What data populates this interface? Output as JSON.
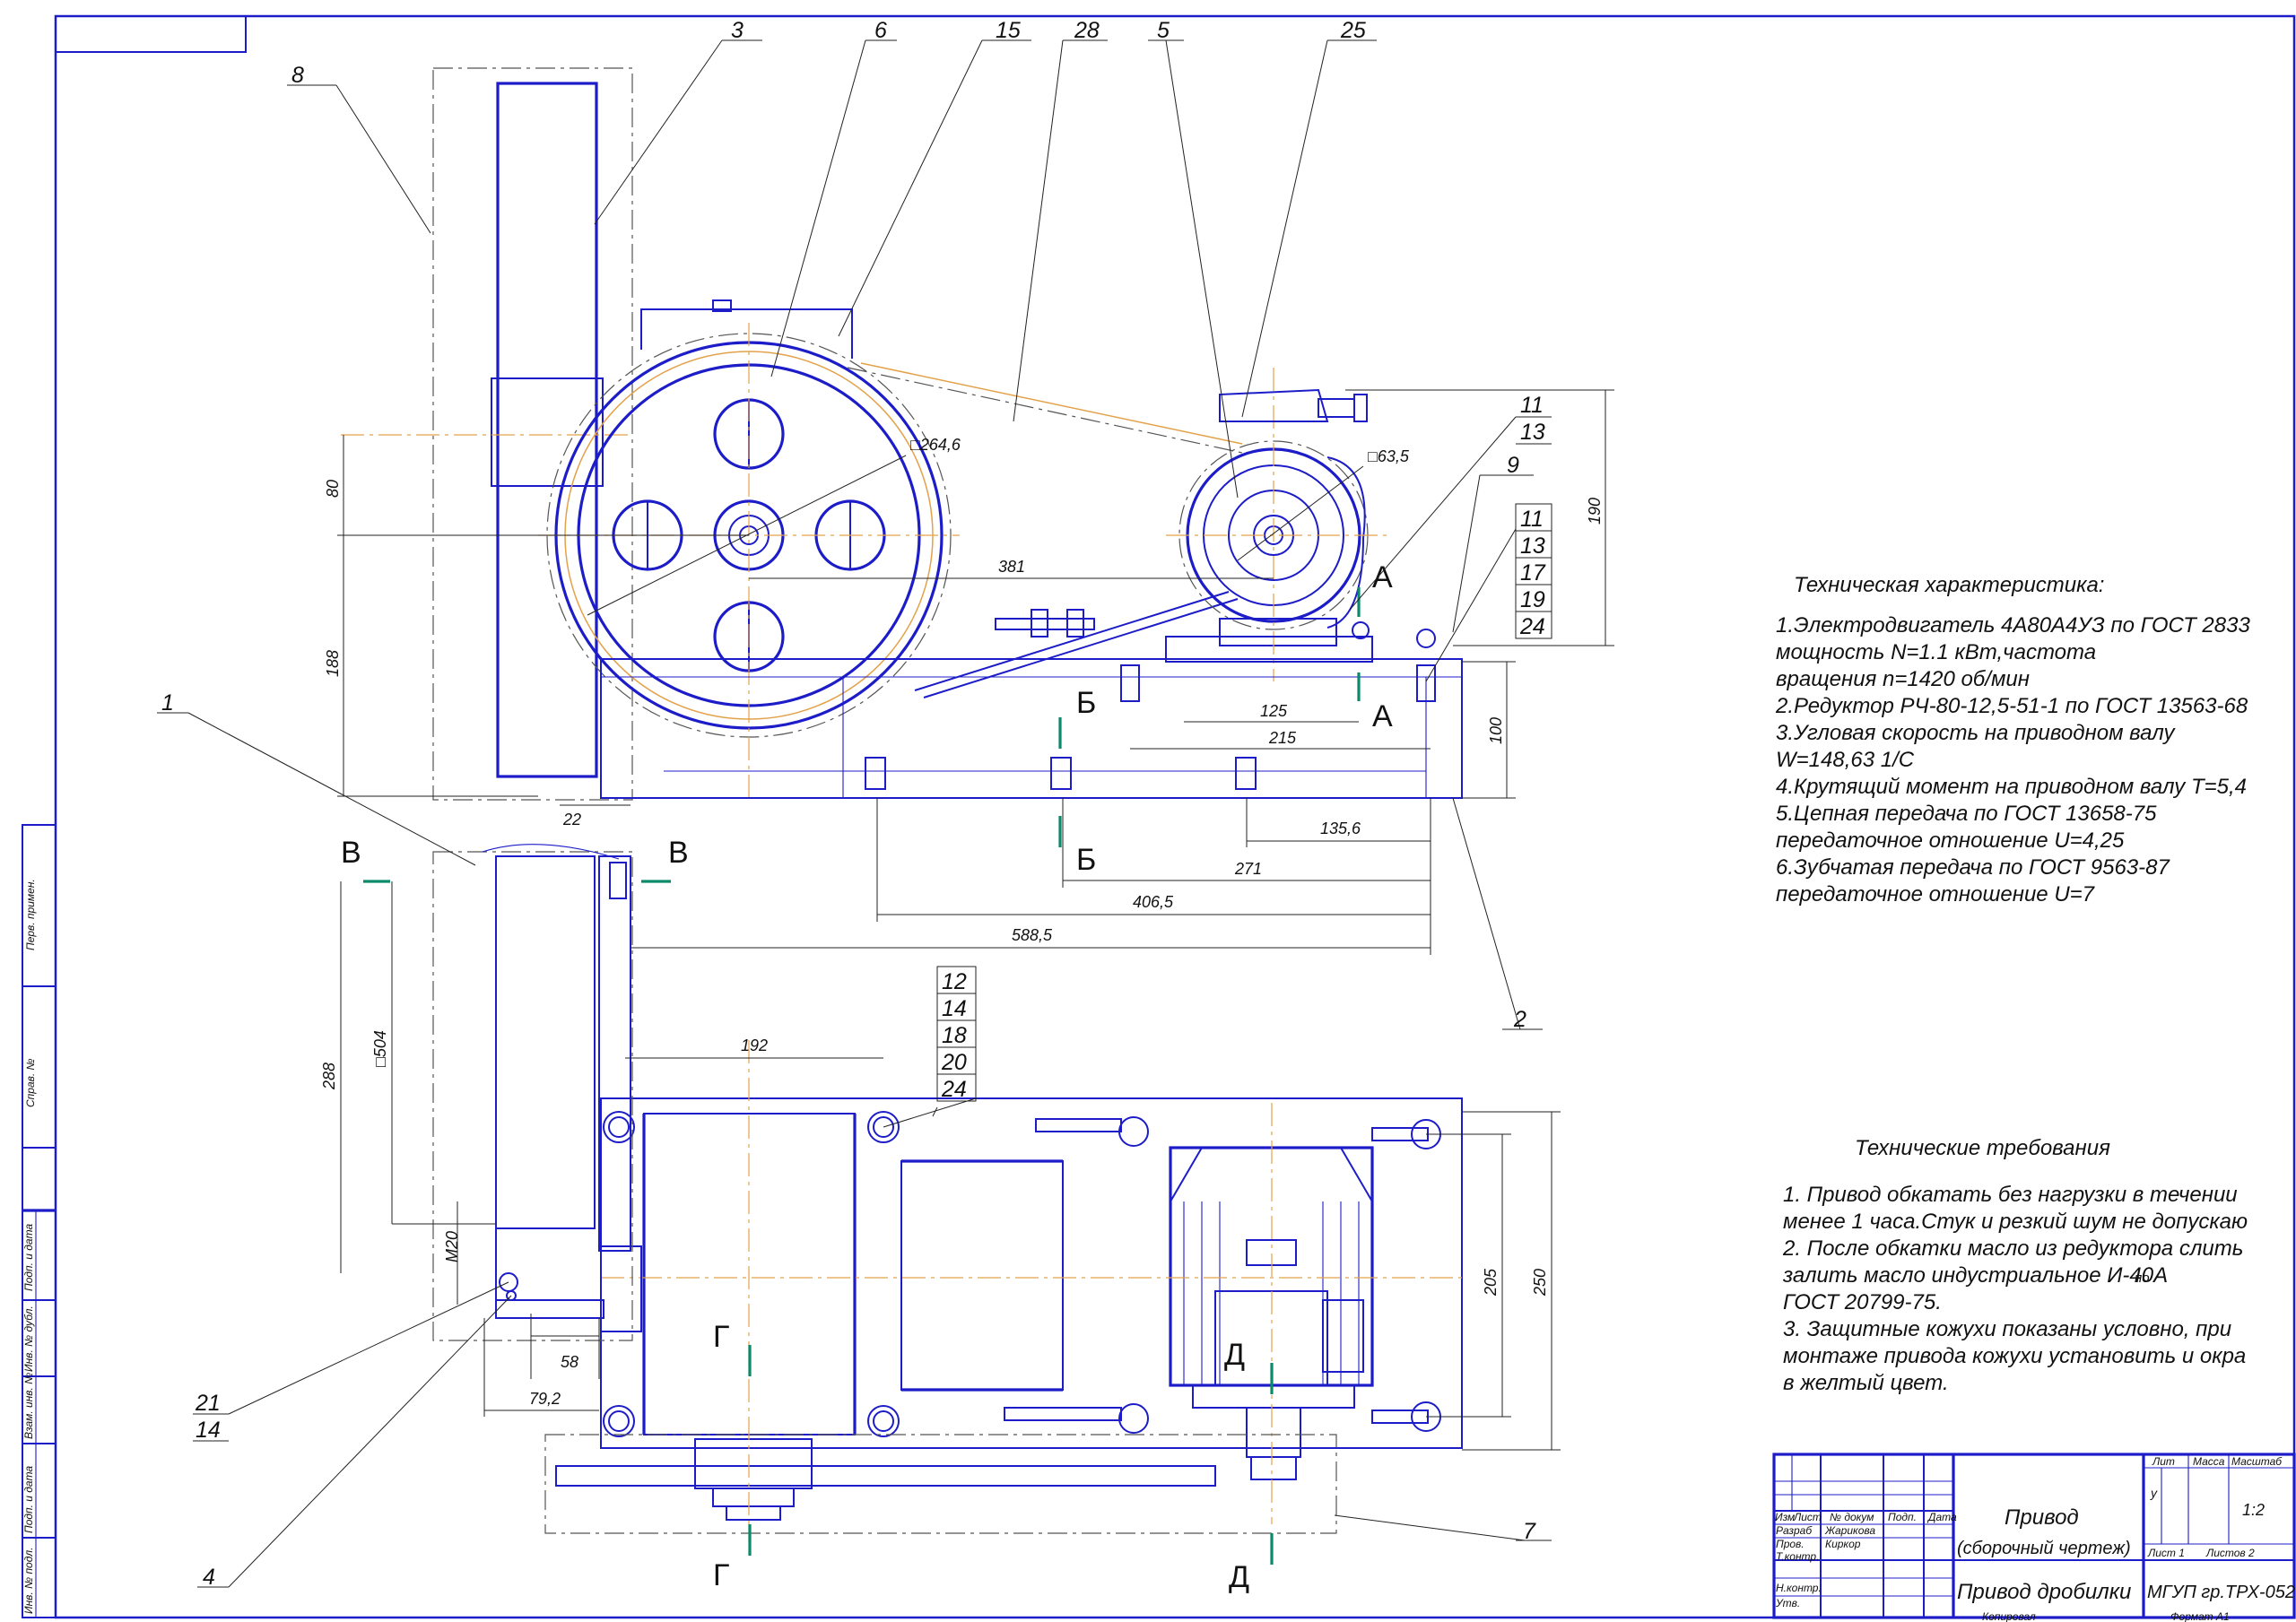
{
  "labels": {
    "p1": "1",
    "p2": "2",
    "p3": "3",
    "p4": "4",
    "p5": "5",
    "p6": "6",
    "p7": "7",
    "p8": "8",
    "p9": "9",
    "p15": "15",
    "p25": "25",
    "p28": "28",
    "g11_13": [
      "11",
      "13"
    ],
    "g11_24": [
      "11",
      "13",
      "17",
      "19",
      "24"
    ],
    "g12_24": [
      "12",
      "14",
      "18",
      "20",
      "24"
    ],
    "g21_14": [
      "21",
      "14"
    ]
  },
  "dims": {
    "d80": "80",
    "d188": "188",
    "d190": "190",
    "d100": "100",
    "d381": "381",
    "d264": "□264,6",
    "d635": "□63,5",
    "d125": "125",
    "d215": "215",
    "d1356": "135,6",
    "d271": "271",
    "d4065": "406,5",
    "d5885": "588,5",
    "d22": "22",
    "d288": "288",
    "d504": "□504",
    "dM20": "M20",
    "d58": "58",
    "d792": "79,2",
    "d192": "192",
    "d205": "205",
    "d250": "250"
  },
  "sections": {
    "a": "А",
    "b": "Б",
    "v": "В",
    "g": "Г",
    "d": "Д"
  },
  "tech_characteristics": {
    "title": "Техническая характеристика:",
    "lines": [
      "1.Электродвигатель 4А80А4УЗ по ГОСТ 2833",
      "мощность N=1.1 кВт,частота",
      "вращения n=1420 об/мин",
      "2.Редуктор РЧ-80-12,5-51-1 по ГОСТ 13563-68",
      "3.Угловая скорость на приводном валу",
      "W=148,63 1/C",
      "4.Крутящий момент на приводном валу Т=5,4",
      "5.Цепная передача по ГОСТ 13658-75",
      "передаточное отношение U=4,25",
      "6.Зубчатая передача по ГОСТ 9563-87",
      "передаточное отношение U=7"
    ]
  },
  "tech_requirements": {
    "title": "Технические требования",
    "lines": [
      "1. Привод обкатать без нагрузки в течении",
      " менее 1 часа.Стук и резкий шум не допускаю",
      "2. После обкатки масло из редуктора слить",
      " залить масло индустриальное  И-40А",
      " ГОСТ 20799-75.",
      "3. Защитные кожухи показаны условно, при",
      "монтаже привода кожухи  установить и окра",
      " в желтый цвет."
    ],
    "small_po": "по"
  },
  "side_stamp": [
    "Перв. примен.",
    "Справ. №",
    "Подп. и дата",
    "Инв. № дубл.",
    "Взам. инв. №",
    "Подп. и дата",
    "Инв. № подл."
  ],
  "title_block": {
    "name": "Привод",
    "subname": "(сборочный чертеж)",
    "product": "Привод дробилки",
    "org": "МГУП гр.ТРХ-052",
    "scale": "1:2",
    "lit": "у",
    "headers": {
      "lit": "Лит",
      "mass": "Масса",
      "scale": "Масштаб"
    },
    "sheet": "Лист  1",
    "sheets": "Листов   2",
    "cols": [
      "Изм",
      "Лист",
      "№ докум",
      "Подп.",
      "Дата"
    ],
    "rows": [
      {
        "role": "Разраб",
        "name": "Жарикова"
      },
      {
        "role": "Пров.",
        "name": "Киркор"
      },
      {
        "role": "Т.контр.",
        "name": ""
      },
      {
        "role": "Н.контр.",
        "name": ""
      },
      {
        "role": "Утв.",
        "name": ""
      }
    ],
    "copied": "Копировал",
    "format": "Формат  А1"
  }
}
